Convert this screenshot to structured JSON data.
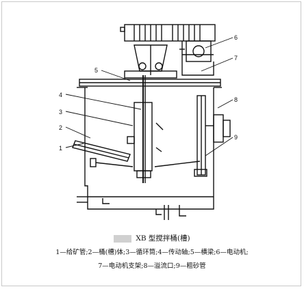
{
  "figure": {
    "title": "XB 型搅拌桶(槽)",
    "legend_line_1": "1—给矿管;2—桶(槽)体;3—循环筒;4—传动轴;5—横梁;6—电动机;",
    "legend_line_2": "7—电动机支架;8—溢流口;9—粗砂管"
  },
  "callouts": {
    "c1": "1",
    "c2": "2",
    "c3": "3",
    "c4": "4",
    "c5": "5",
    "c6": "6",
    "c7": "7",
    "c8": "8",
    "c9": "9"
  }
}
